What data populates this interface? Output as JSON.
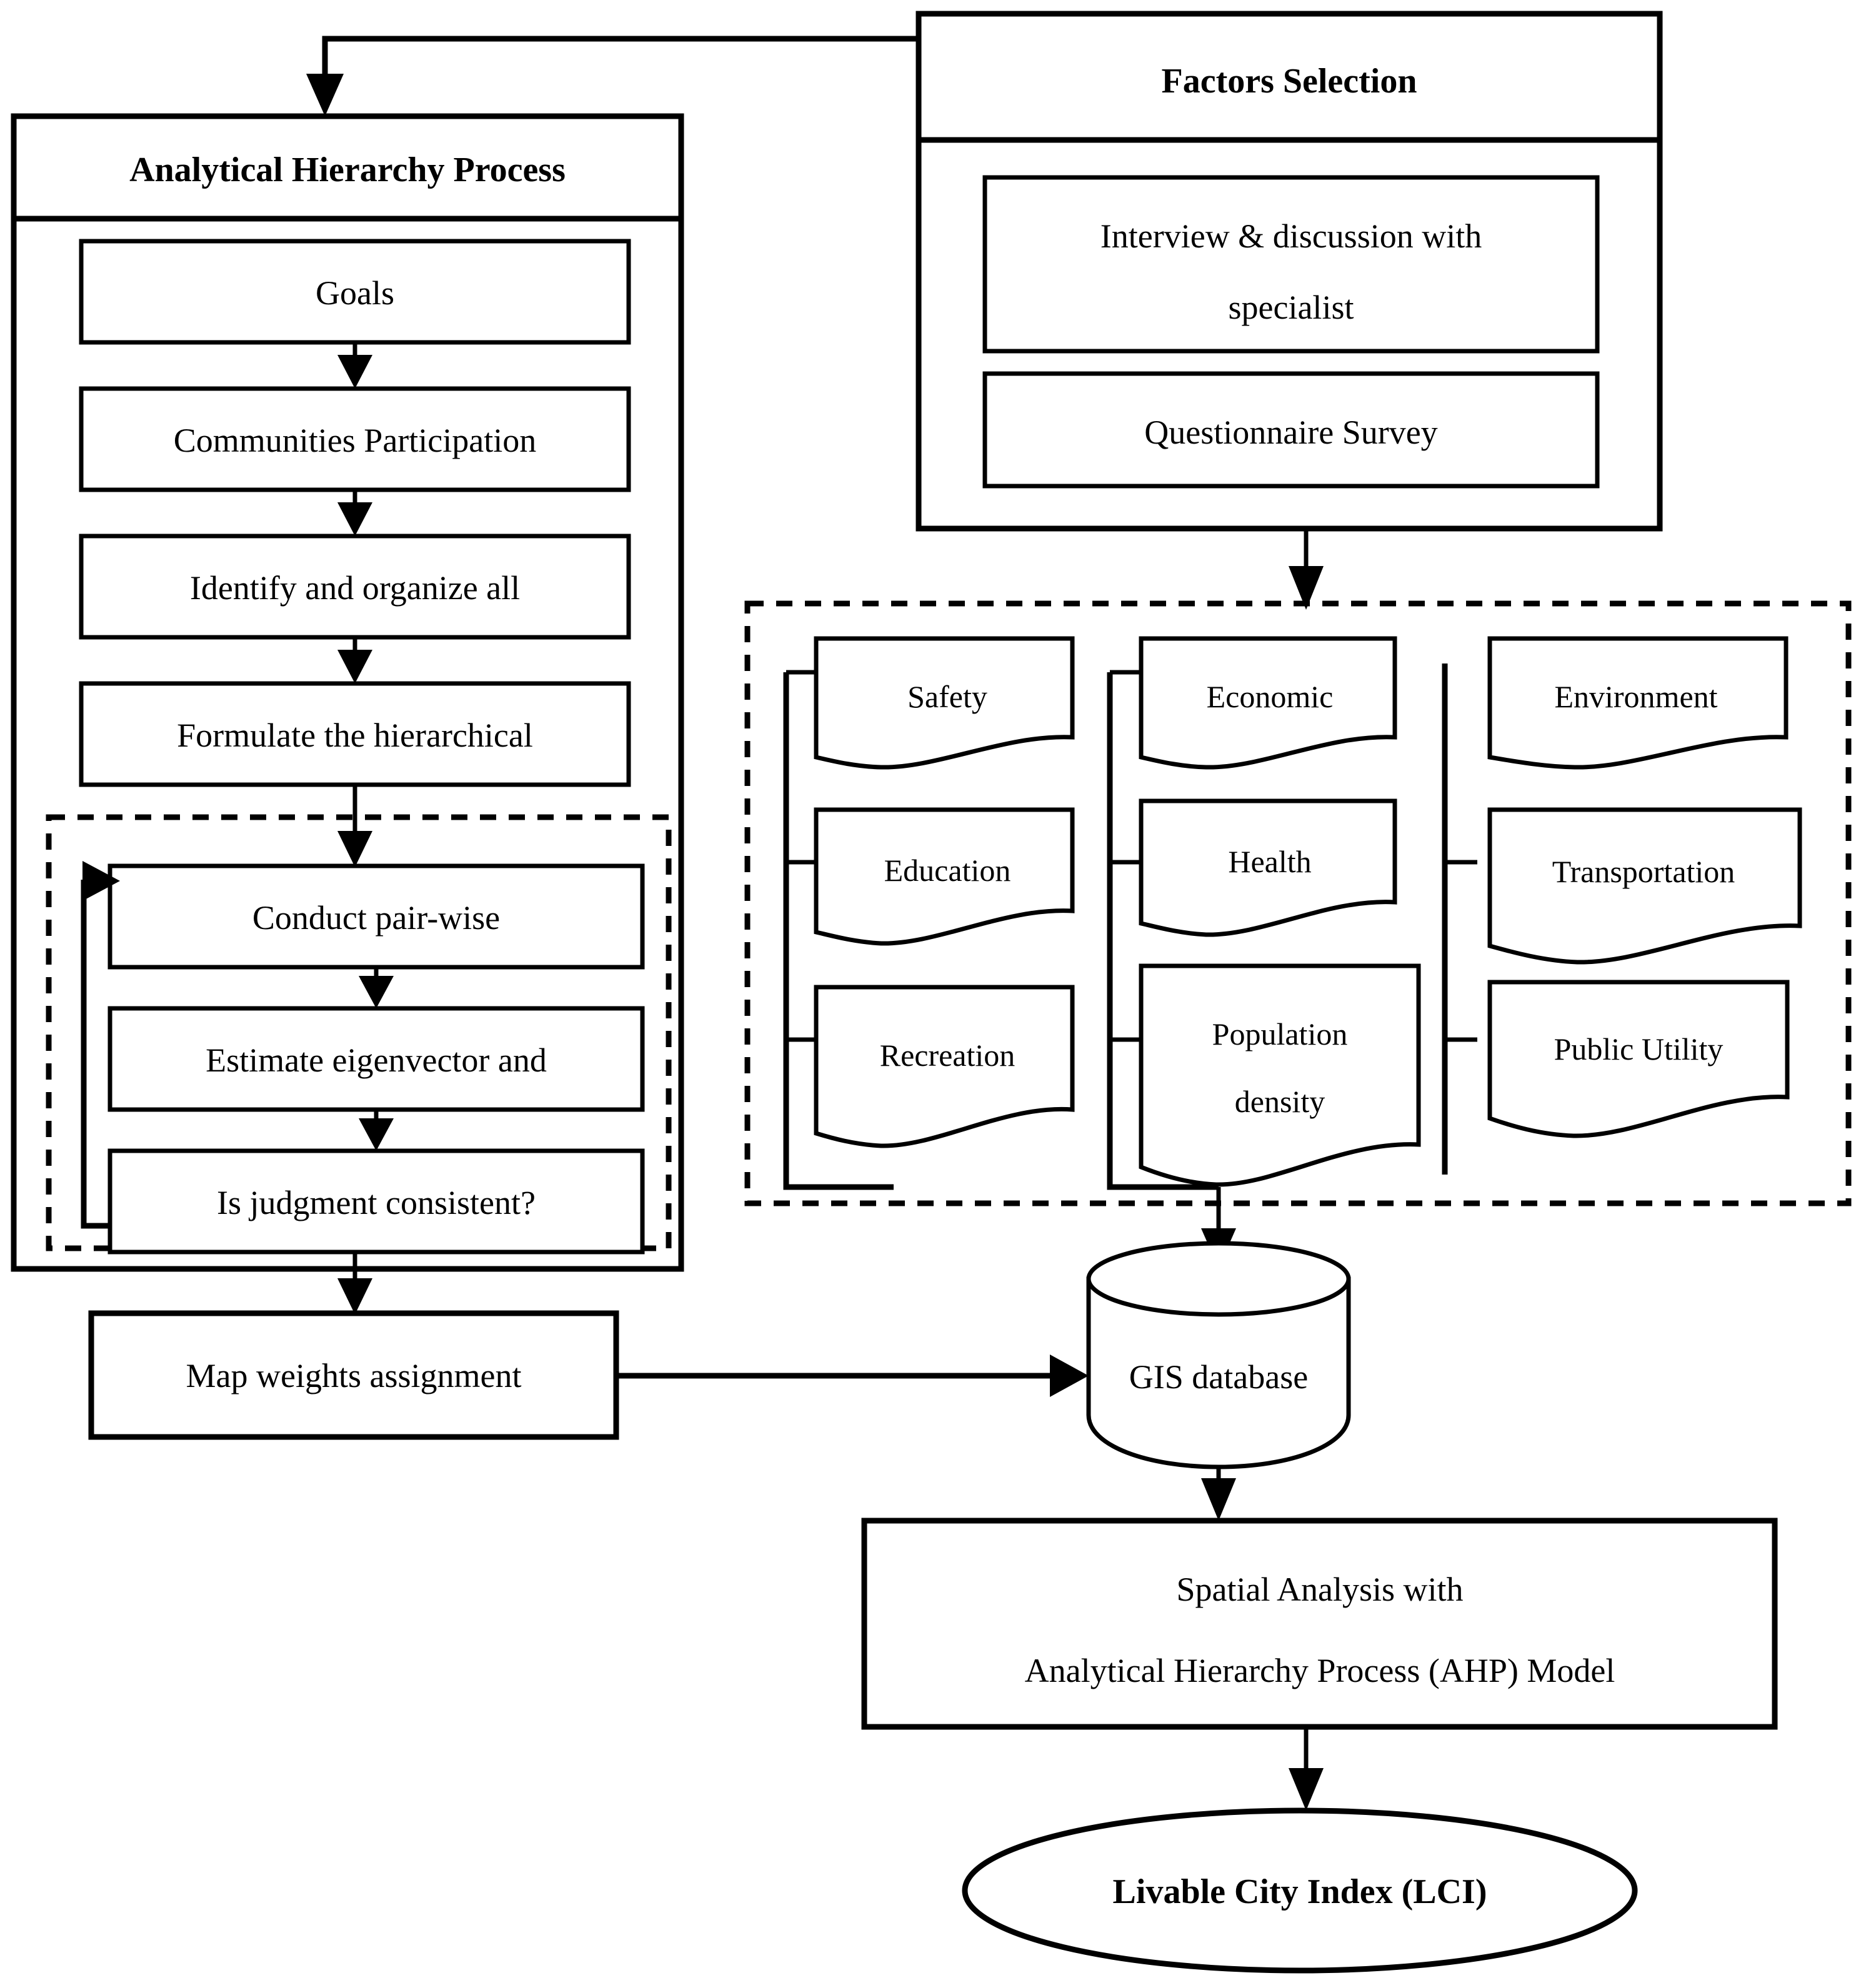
{
  "diagram": {
    "title": "Livable City Index methodology flowchart",
    "ahp": {
      "header": "Analytical Hierarchy Process",
      "steps": [
        "Goals",
        "Communities Participation",
        "Identify and organize all",
        "Formulate the hierarchical"
      ],
      "loop_steps": [
        "Conduct pair-wise",
        "Estimate eigenvector and",
        "Is judgment consistent?"
      ]
    },
    "map_weights": "Map weights assignment",
    "factors_selection": {
      "header": "Factors Selection",
      "methods": [
        "Interview & discussion with specialist",
        "Questionnaire Survey"
      ]
    },
    "factors": {
      "column1": [
        "Safety",
        "Education",
        "Recreation"
      ],
      "column2": [
        "Economic",
        "Health",
        "Population density"
      ],
      "column3": [
        "Environment",
        "Transportation",
        "Public Utility"
      ]
    },
    "gis_database": "GIS database",
    "spatial_analysis": {
      "line1": "Spatial Analysis with",
      "line2": "Analytical Hierarchy Process (AHP) Model"
    },
    "output": "Livable City Index (LCI)",
    "colors": {
      "stroke": "#000000",
      "fill": "#ffffff"
    }
  }
}
